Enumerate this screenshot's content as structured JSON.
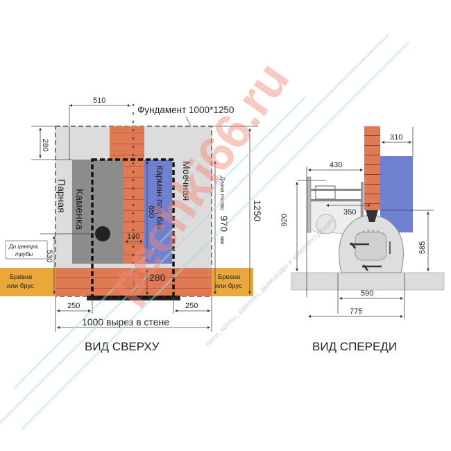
{
  "colors": {
    "foundation": "#dcdcdc",
    "brick": "#e07a55",
    "kamenka": "#8c8c8c",
    "tank": "#7080d0",
    "timber": "#e8a83c",
    "watermark_red": "#f0b0a8",
    "watermark_teal": "#a8dede"
  },
  "top_view": {
    "title": "ВИД СВЕРХУ",
    "foundation_label": "Фундамент 1000*1250",
    "room_left": "Парная",
    "room_right": "Моечная",
    "kamenka": "Каменка",
    "tank_pocket": "Карман под бак",
    "firebox_length_prefix": "Длина топки",
    "firebox_length_value": "970",
    "firebox_length_unit": "мм",
    "pipe_center_line1": "До центра",
    "pipe_center_line2": "трубы",
    "timber_left_line1": "Бревно",
    "timber_left_line2": "или брус",
    "timber_right_line1": "Бревно",
    "timber_right_line2": "или брус",
    "dims": {
      "d510": "510",
      "d280_top": "280",
      "d1250": "1250",
      "d650": "650",
      "d140": "140",
      "d530": "530",
      "d280_bottom": "280",
      "d250_left": "250",
      "d250_right": "250",
      "wall_cut": "1000 вырез в стене"
    }
  },
  "front_view": {
    "title": "ВИД СПЕРЕДИ",
    "dims": {
      "d310": "310",
      "d430": "430",
      "d350": "350",
      "d920": "920",
      "d585": "585",
      "d590": "590",
      "d775": "775"
    }
  },
  "watermark": {
    "site": "pechki66.ru",
    "tagline": "печи, котлы, камины, дымоходы и комплектующие"
  }
}
